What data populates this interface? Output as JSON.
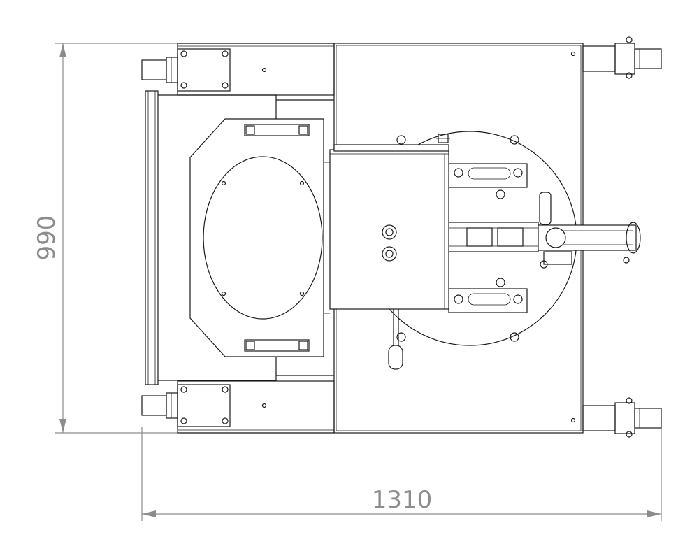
{
  "drawing": {
    "view": "top view",
    "dimensions": {
      "height_label": "990",
      "width_label": "1310"
    },
    "colors": {
      "line": "#1a1a1a",
      "dimension": "#8c8c8c",
      "background": "#ffffff"
    }
  }
}
